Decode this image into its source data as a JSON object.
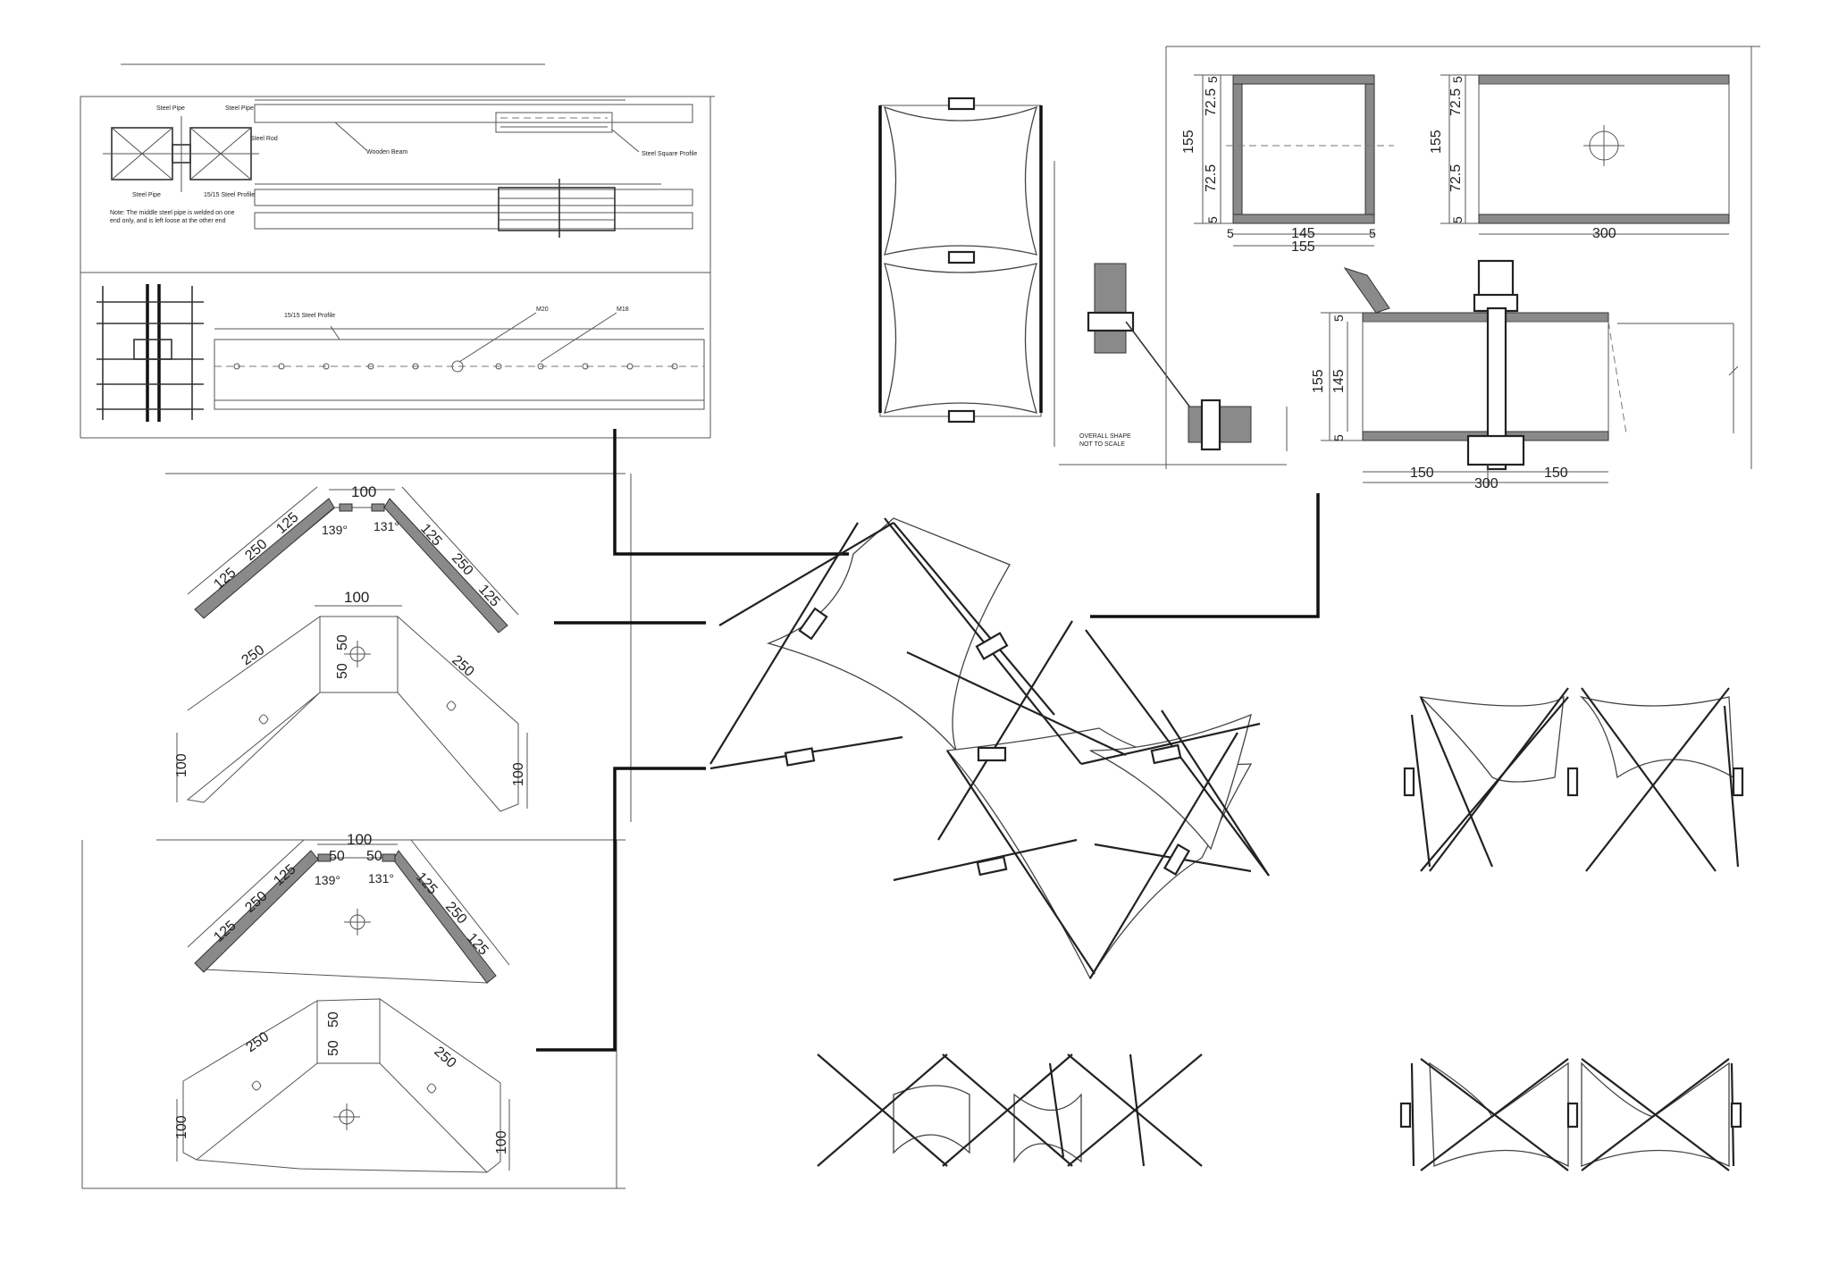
{
  "labels": {
    "steel_pipe_a": "Steel Pipe",
    "steel_pipe_b": "Steel Pipe",
    "steel_pipe_c": "Steel Pipe",
    "steel_rod": "Steel Rod",
    "steel_profile_small": "15/15 Steel Profile",
    "wooden_beam": "Wooden Beam",
    "steel_square_profile": "Steel Square Profile",
    "note_line1": "Note: The middle steel pipe is welded on one",
    "note_line2": "end only, and is left loose at the other end",
    "steel_profile_long": "15/15 Steel Profile",
    "m20": "M20",
    "m18": "M18",
    "overall_line1": "OVERALL SHAPE",
    "overall_line2": "NOT TO SCALE"
  },
  "dims_bracket_top": {
    "d100": "100",
    "d125a": "125",
    "d250a": "250",
    "d125b": "125",
    "d125c": "125",
    "d250b": "250",
    "d125d": "125",
    "a139": "139°",
    "a131": "131°"
  },
  "dims_plate_top": {
    "d100": "100",
    "d50a": "50",
    "d50b": "50",
    "d250a": "250",
    "d250b": "250",
    "h100a": "100",
    "h100b": "100"
  },
  "dims_bracket_bottom": {
    "d100": "100",
    "d50a": "50",
    "d50b": "50",
    "d125a": "125",
    "d250a": "250",
    "d125b": "125",
    "d125c": "125",
    "d250b": "250",
    "d125d": "125",
    "a139": "139°",
    "a131": "131°"
  },
  "dims_plate_bottom": {
    "d50a": "50",
    "d50b": "50",
    "d250a": "250",
    "d250b": "250",
    "h100a": "100",
    "h100b": "100"
  },
  "dims_section": {
    "l155": "155",
    "l725a": "72.5",
    "l725b": "72.5",
    "l5a": "5",
    "l5b": "5",
    "b145": "145",
    "b155": "155",
    "b5a": "5",
    "b5b": "5"
  },
  "dims_side": {
    "l155": "155",
    "l725a": "72.5",
    "l725b": "72.5",
    "l5a": "5",
    "l5b": "5",
    "b300": "300"
  },
  "dims_joint": {
    "l155": "155",
    "l145": "145",
    "l5a": "5",
    "l5b": "5",
    "b150a": "150",
    "b150b": "150",
    "b300": "300"
  }
}
